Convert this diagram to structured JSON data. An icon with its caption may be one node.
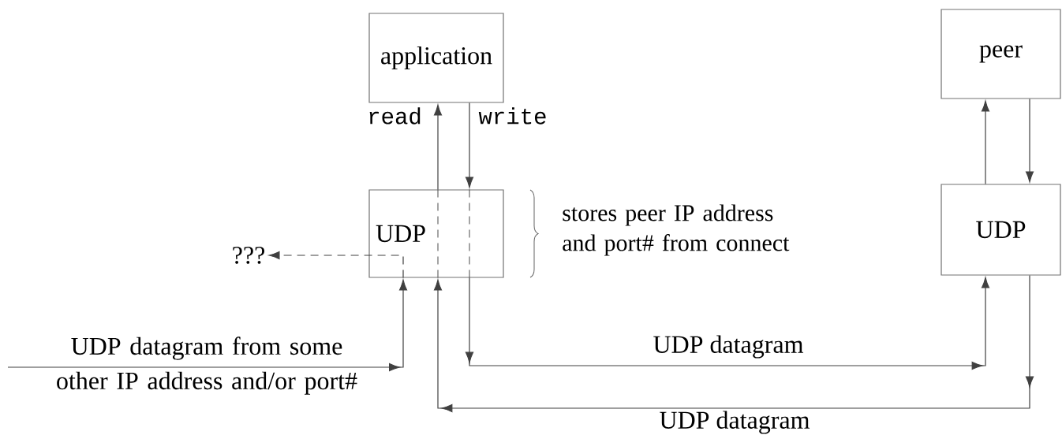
{
  "diagram": {
    "nodes": [
      {
        "text": [
          "application"
        ]
      },
      {
        "text": [
          "UDP"
        ],
        "beside": [
          "stores peer IP address and port# from connect"
        ]
      },
      {
        "text": [
          "???"
        ]
      },
      {
        "text": [
          "peer"
        ]
      },
      {
        "text": [
          "UDP"
        ]
      }
    ],
    "edges": [
      {
        "from": 1,
        "to": 0,
        "arrow": "to",
        "label": "read"
      },
      {
        "from": 0,
        "to": 1,
        "arrow": "to",
        "label": "write"
      },
      {
        "from": 1,
        "to": 4,
        "arrow": "to",
        "label": "UDP datagram"
      },
      {
        "from": 4,
        "to": 1,
        "arrow": "to",
        "label": "UDP datagram"
      },
      {
        "from": null,
        "to": 1,
        "arrow": "to",
        "label": "UDP datagram from some other IP address and/or port#"
      },
      {
        "from": 1,
        "to": 2,
        "arrow": "to",
        "style": "dashed"
      },
      {
        "from": 3,
        "to": 4,
        "arrow": "to"
      },
      {
        "from": 4,
        "to": 3,
        "arrow": "to"
      }
    ]
  }
}
